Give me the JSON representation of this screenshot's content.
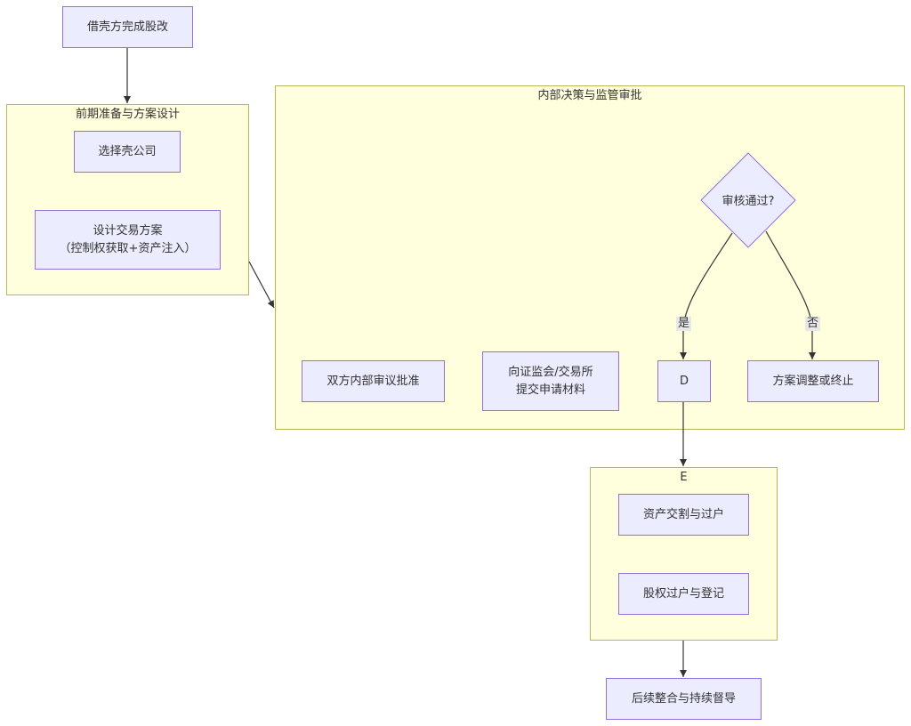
{
  "nodes": {
    "start": "借壳方完成股改",
    "select_shell": "选择壳公司",
    "design_line1": "设计交易方案",
    "design_line2": "（控制权获取+资产注入）",
    "internal_approval": "双方内部审议批准",
    "submit_line1": "向证监会/交易所",
    "submit_line2": "提交申请材料",
    "review": "审核通过?",
    "d": "D",
    "adjust": "方案调整或终止",
    "asset_delivery": "资产交割与过户",
    "equity_transfer": "股权过户与登记",
    "followup": "后续整合与持续督导"
  },
  "clusters": {
    "prep": "前期准备与方案设计",
    "decision": "内部决策与监管审批",
    "e": "E"
  },
  "edge_labels": {
    "yes": "是",
    "no": "否"
  },
  "colors": {
    "node_fill": "#ececff",
    "node_border": "#9370db",
    "cluster_fill": "#ffffde",
    "cluster_border": "#b8b85a",
    "edge": "#333333",
    "label_bg": "#e8e8e8"
  }
}
